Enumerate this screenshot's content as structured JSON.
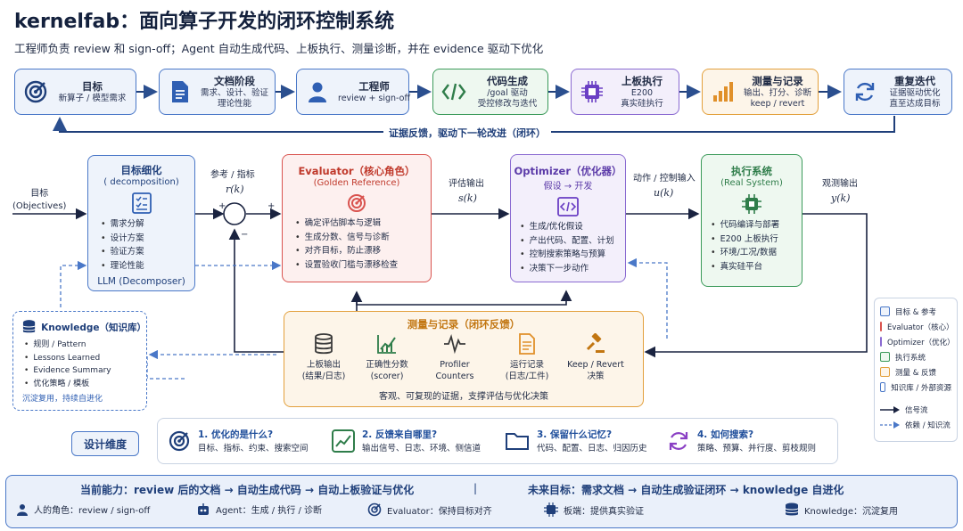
{
  "header": {
    "title": "kernelfab：面向算子开发的闭环控制系统",
    "subtitle": "工程师负责 review 和 sign-off；Agent 自动生成代码、上板执行、测量诊断，并在 evidence 驱动下优化"
  },
  "top_flow": {
    "steps": [
      {
        "title": "目标",
        "desc": "新算子 / 模型需求",
        "icon": "target-icon"
      },
      {
        "title": "文档阶段",
        "desc": "需求、设计、验证\n理论性能",
        "icon": "document-icon"
      },
      {
        "title": "工程师",
        "desc": "review + sign-off",
        "icon": "person-icon"
      },
      {
        "title": "代码生成",
        "desc": "/goal 驱动\n受控修改与迭代",
        "icon": "code-icon"
      },
      {
        "title": "上板执行",
        "desc": "E200\n真实硅执行",
        "icon": "chip-icon"
      },
      {
        "title": "测量与记录",
        "desc": "输出、打分、诊断\nkeep / revert",
        "icon": "bar-chart-icon"
      },
      {
        "title": "重复迭代",
        "desc": "证据驱动优化\n直至达成目标",
        "icon": "refresh-icon"
      }
    ],
    "feedback_label": "证据反馈，驱动下一轮改进（闭环）"
  },
  "loop": {
    "input_label": "目标\n(Objectives)",
    "reference_label": "参考 / 指标",
    "reference_symbol": "r(k)",
    "eval_output_label": "评估输出",
    "eval_output_symbol": "s(k)",
    "action_label": "动作 / 控制输入",
    "action_symbol": "u(k)",
    "observe_label": "观测输出",
    "observe_symbol": "y(k)",
    "plus1": "+",
    "plus2": "+",
    "minus": "−",
    "decomposition": {
      "title": "目标细化",
      "subtitle": "( decomposition)",
      "items": [
        "需求分解",
        "设计方案",
        "验证方案",
        "理论性能"
      ],
      "footer": "LLM (Decomposer)"
    },
    "evaluator": {
      "title": "Evaluator（核心角色）",
      "subtitle": "(Golden Reference)",
      "items": [
        "确定评估脚本与逻辑",
        "生成分数、信号与诊断",
        "对齐目标，防止漂移",
        "设置验收门槛与漂移检查"
      ]
    },
    "optimizer": {
      "title": "Optimizer（优化器）",
      "subtitle": "假设 → 开发",
      "items": [
        "生成/优化假设",
        "产出代码、配置、计划",
        "控制搜索策略与预算",
        "决策下一步动作"
      ]
    },
    "execution": {
      "title": "执行系统",
      "subtitle": "(Real System)",
      "items": [
        "代码编译与部署",
        "E200 上板执行",
        "环境/工况/数据",
        "真实硅平台"
      ]
    },
    "knowledge": {
      "title": "Knowledge（知识库）",
      "items": [
        "规则 / Pattern",
        "Lessons Learned",
        "Evidence Summary",
        "优化策略 / 模板"
      ],
      "footer": "沉淀复用，持续自进化"
    },
    "measurement": {
      "title": "测量与记录（闭环反馈）",
      "items": [
        {
          "label": "上板输出\n(结果/日志)",
          "icon": "database-icon"
        },
        {
          "label": "正确性分数\n(scorer)",
          "icon": "line-chart-icon"
        },
        {
          "label": "Profiler\nCounters",
          "icon": "waveform-icon"
        },
        {
          "label": "运行记录\n(日志/工件)",
          "icon": "file-icon"
        },
        {
          "label": "Keep / Revert\n决策",
          "icon": "gavel-icon"
        }
      ],
      "footer": "客观、可复现的证据，支撑评估与优化决策"
    }
  },
  "legend": {
    "items": [
      {
        "label": "目标 & 参考",
        "color": "#4a78c8"
      },
      {
        "label": "Evaluator（核心）",
        "color": "#d9534f"
      },
      {
        "label": "Optimizer（优化）",
        "color": "#8a6ad1"
      },
      {
        "label": "执行系统",
        "color": "#3b9a5a"
      },
      {
        "label": "测量 & 反馈",
        "color": "#e3a03c"
      },
      {
        "label": "知识库 / 外部资源",
        "color": "#4a78c8"
      }
    ],
    "signal_flow": "信号流",
    "dependency_flow": "依赖 / 知识流"
  },
  "design": {
    "label": "设计维度",
    "items": [
      {
        "title": "1. 优化的是什么?",
        "desc": "目标、指标、约束、搜索空间",
        "icon": "target-icon"
      },
      {
        "title": "2. 反馈来自哪里?",
        "desc": "输出信号、日志、环境、侧信道",
        "icon": "chart-icon"
      },
      {
        "title": "3. 保留什么记忆?",
        "desc": "代码、配置、日志、归因历史",
        "icon": "folder-icon"
      },
      {
        "title": "4. 如何搜索?",
        "desc": "策略、预算、并行度、剪枝规则",
        "icon": "cycle-icon"
      }
    ]
  },
  "bottom": {
    "current": "当前能力：review 后的文档 → 自动生成代码 → 自动上板验证与优化",
    "separator": "|",
    "future": "未来目标：需求文档 → 自动生成验证闭环   → knowledge 自进化",
    "roles": [
      {
        "label": "人的角色：review / sign-off",
        "icon": "person-icon"
      },
      {
        "label": "Agent：生成 / 执行 / 诊断",
        "icon": "robot-icon"
      },
      {
        "label": "Evaluator：保持目标对齐",
        "icon": "target-icon"
      },
      {
        "label": "板端：提供真实验证",
        "icon": "chip-icon"
      },
      {
        "label": "Knowledge：沉淀复用",
        "icon": "stack-icon"
      }
    ]
  },
  "colors": {
    "blue": "#4a78c8",
    "red": "#d9534f",
    "purple": "#8a6ad1",
    "green": "#3b9a5a",
    "orange": "#e3a03c",
    "navy": "#1f3f7a"
  }
}
